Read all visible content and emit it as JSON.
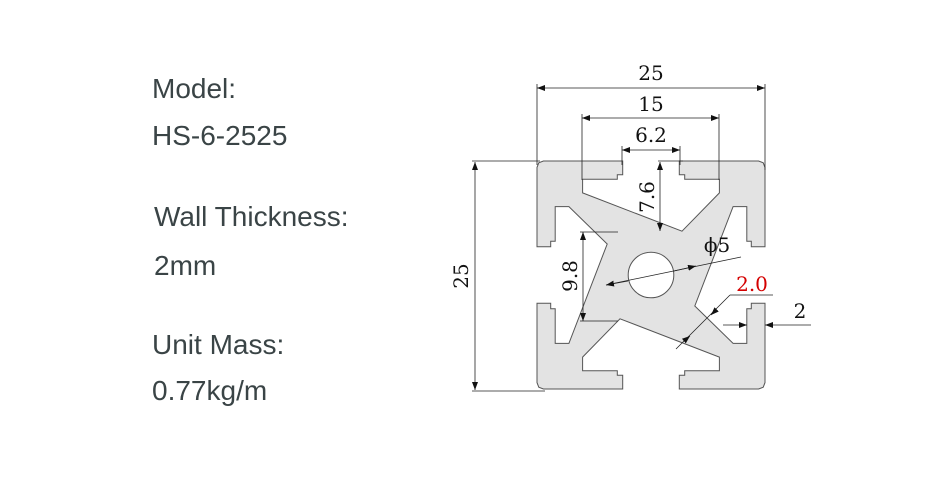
{
  "specs": {
    "model_label": "Model:",
    "model_value": "HS-6-2525",
    "wall_label": "Wall Thickness:",
    "wall_value": "2mm",
    "mass_label": "Unit Mass:",
    "mass_value": "0.77kg/m"
  },
  "dimensions": {
    "overall_width": "25",
    "slot_inner_width": "15",
    "slot_opening": "6.2",
    "slot_depth": "7.6",
    "core_size": "9.8",
    "overall_height": "25",
    "hole_diameter": "ϕ5",
    "web_thickness": "2.0",
    "wall_thickness": "2"
  },
  "colors": {
    "profile_fill": "#e3e3e3",
    "highlight": "#d40000",
    "text": "#3a4446"
  }
}
